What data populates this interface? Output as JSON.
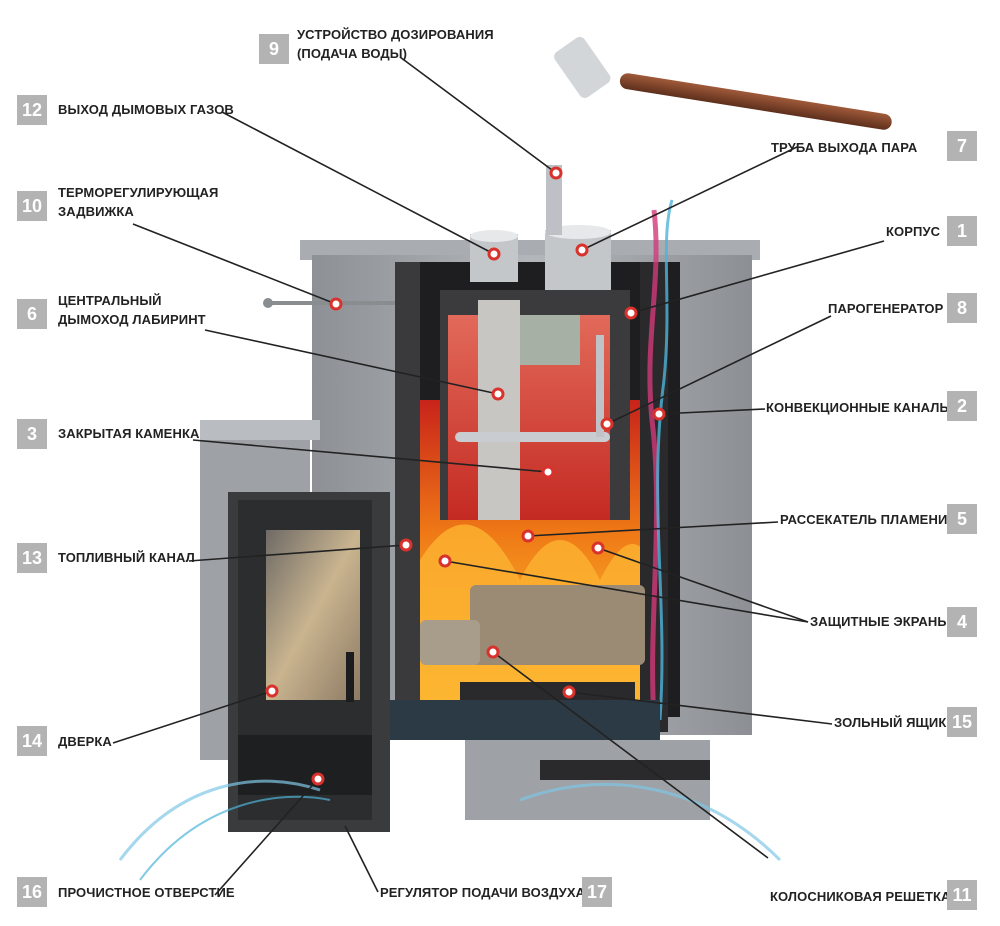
{
  "callouts": [
    {
      "id": "n1",
      "number": "1",
      "label": "КОРПУС"
    },
    {
      "id": "n2",
      "number": "2",
      "label": "КОНВЕКЦИОННЫЕ КАНАЛЫ"
    },
    {
      "id": "n3",
      "number": "3",
      "label": "ЗАКРЫТАЯ КАМЕНКА"
    },
    {
      "id": "n4",
      "number": "4",
      "label": "ЗАЩИТНЫЕ ЭКРАНЫ"
    },
    {
      "id": "n5",
      "number": "5",
      "label": "РАССЕКАТЕЛЬ ПЛАМЕНИ"
    },
    {
      "id": "n6",
      "number": "6",
      "label_line1": "ЦЕНТРАЛЬНЫЙ",
      "label_line2": "ДЫМОХОД ЛАБИРИНТ"
    },
    {
      "id": "n7",
      "number": "7",
      "label": "ТРУБА ВЫХОДА ПАРА"
    },
    {
      "id": "n8",
      "number": "8",
      "label": "ПАРОГЕНЕРАТОР"
    },
    {
      "id": "n9",
      "number": "9",
      "label_line1": "УСТРОЙСТВО ДОЗИРОВАНИЯ",
      "label_line2": "(ПОДАЧА ВОДЫ)"
    },
    {
      "id": "n10",
      "number": "10",
      "label_line1": "ТЕРМОРЕГУЛИРУЮЩАЯ",
      "label_line2": "ЗАДВИЖКА"
    },
    {
      "id": "n11",
      "number": "11",
      "label": "КОЛОСНИКОВАЯ РЕШЕТКА"
    },
    {
      "id": "n12",
      "number": "12",
      "label": "ВЫХОД ДЫМОВЫХ ГАЗОВ"
    },
    {
      "id": "n13",
      "number": "13",
      "label": "ТОПЛИВНЫЙ КАНАЛ"
    },
    {
      "id": "n14",
      "number": "14",
      "label": "ДВЕРКА"
    },
    {
      "id": "n15",
      "number": "15",
      "label": "ЗОЛЬНЫЙ ЯЩИК"
    },
    {
      "id": "n16",
      "number": "16",
      "label": "ПРОЧИСТНОЕ ОТВЕРСТИЕ"
    },
    {
      "id": "n17",
      "number": "17",
      "label": "РЕГУЛЯТОР ПОДАЧИ ВОЗДУХА"
    }
  ],
  "colors": {
    "badge": "#b3b3b3",
    "marker": "#d9322c",
    "stone": "#9a9ea3",
    "flame": "#f08a1a",
    "air": "#4fb3d9"
  }
}
